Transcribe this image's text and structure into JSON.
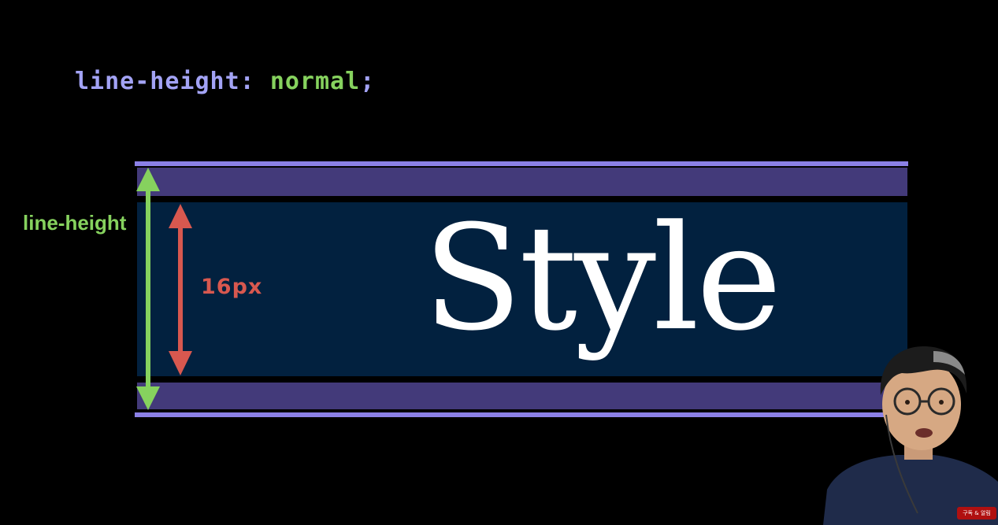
{
  "code": {
    "property": "line-height:",
    "value": "normal",
    "semicolon": ";"
  },
  "diagram": {
    "sample_text": "Style",
    "outer_label": "line-height",
    "inner_label": "16px"
  },
  "colors": {
    "background": "#000000",
    "property": "#a3a3f5",
    "value": "#86d25e",
    "line_height_arrow": "#86d25e",
    "font_size_arrow": "#d8584f",
    "half_leading_band": "#433a7a",
    "edge_line": "#8b80e6",
    "content_box": "#02213f"
  },
  "overlay": {
    "subscribe_badge": "구독 & 알림"
  }
}
